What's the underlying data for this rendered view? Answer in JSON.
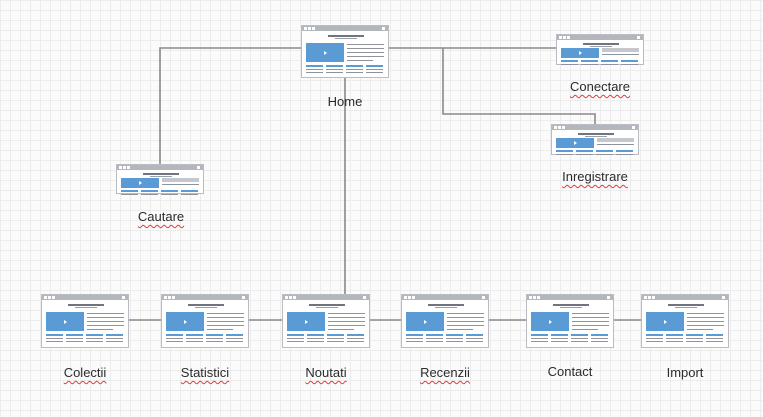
{
  "diagram": {
    "nodes": [
      {
        "id": "home",
        "label": "Home",
        "spellcheck": false
      },
      {
        "id": "conectare",
        "label": "Conectare",
        "spellcheck": true
      },
      {
        "id": "inregistrare",
        "label": "Inregistrare",
        "spellcheck": true
      },
      {
        "id": "cautare",
        "label": "Cautare",
        "spellcheck": true
      },
      {
        "id": "colectii",
        "label": "Colectii",
        "spellcheck": true
      },
      {
        "id": "statistici",
        "label": "Statistici",
        "spellcheck": true
      },
      {
        "id": "noutati",
        "label": "Noutati",
        "spellcheck": true
      },
      {
        "id": "recenzii",
        "label": "Recenzii",
        "spellcheck": true
      },
      {
        "id": "contact",
        "label": "Contact",
        "spellcheck": false
      },
      {
        "id": "import",
        "label": "Import",
        "spellcheck": false
      }
    ],
    "edges": [
      [
        "home",
        "cautare"
      ],
      [
        "home",
        "conectare"
      ],
      [
        "home",
        "inregistrare"
      ],
      [
        "home",
        "noutati"
      ],
      [
        "colectii",
        "statistici"
      ],
      [
        "statistici",
        "noutati"
      ],
      [
        "noutati",
        "recenzii"
      ],
      [
        "recenzii",
        "contact"
      ],
      [
        "contact",
        "import"
      ]
    ]
  },
  "colors": {
    "grid": "#ececec",
    "connector": "#8a8a8a",
    "thumb_accent": "#5b9bd5",
    "spellcheck_underline": "#e03b3b"
  }
}
